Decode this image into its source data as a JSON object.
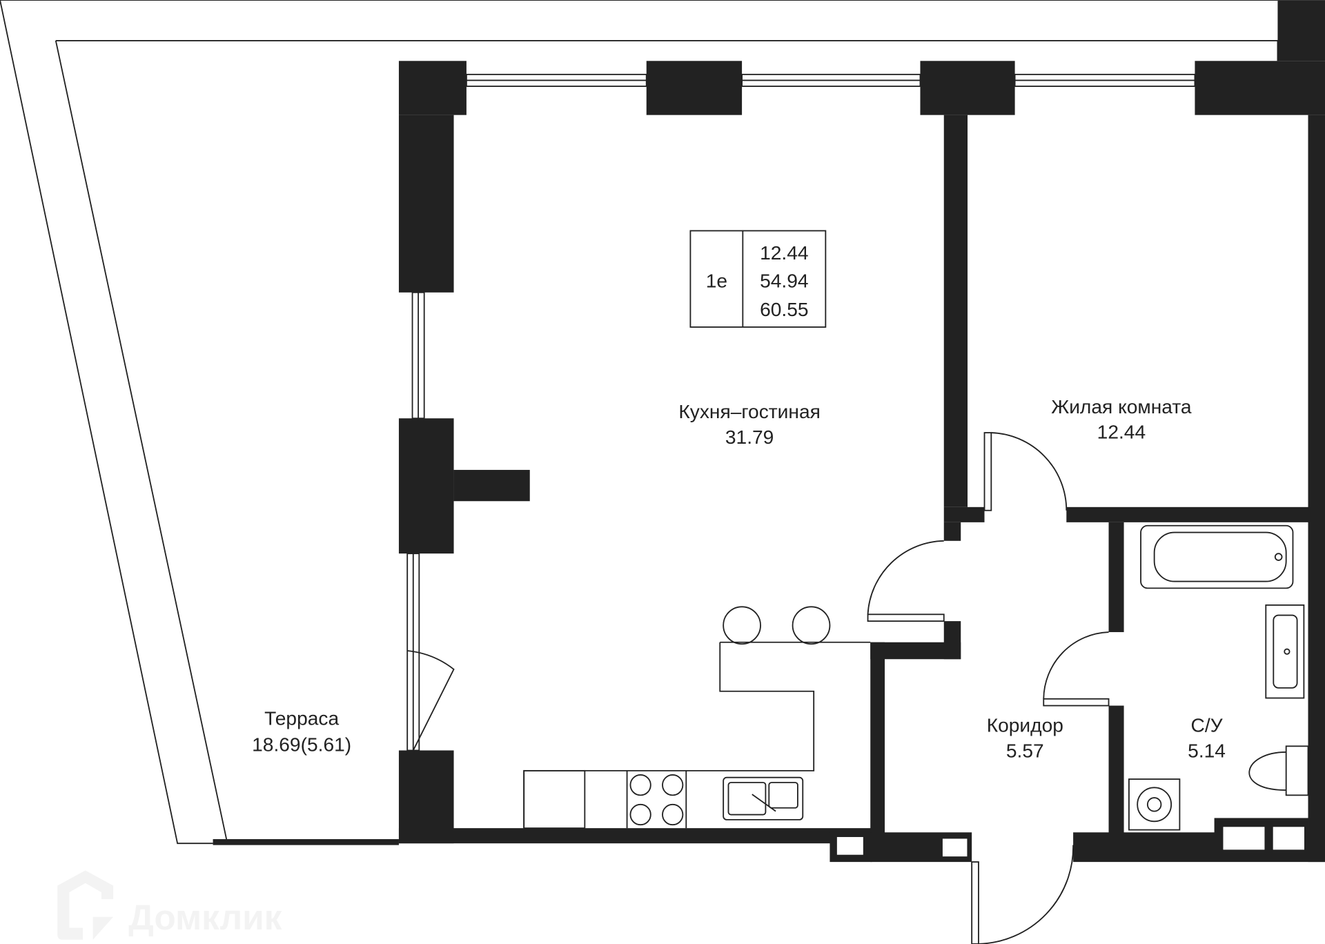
{
  "plan_badge": {
    "type": "1e",
    "values": [
      "12.44",
      "54.94",
      "60.55"
    ]
  },
  "rooms": [
    {
      "name": "Кухня–гостиная",
      "area": "31.79"
    },
    {
      "name": "Жилая комната",
      "area": "12.44"
    },
    {
      "name": "Коридор",
      "area": "5.57"
    },
    {
      "name": "С/У",
      "area": "5.14"
    },
    {
      "name": "Терраса",
      "area": "18.69(5.61)"
    }
  ],
  "watermark": "Домклик",
  "colors": {
    "wall": "#222222",
    "background": "#ffffff"
  }
}
